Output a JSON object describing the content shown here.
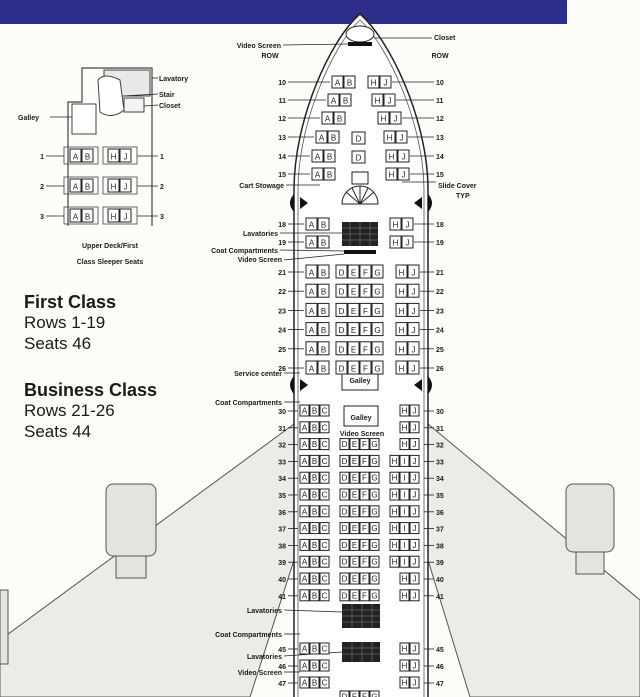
{
  "labels": {
    "video_screen_top": "Video Screen",
    "row_left": "ROW",
    "row_right": "ROW",
    "closet_top": "Closet",
    "lavatory_upper": "Lavatory",
    "stair": "Stair",
    "closet_upper": "Closet",
    "galley_upper": "Galley",
    "upper_deck_caption_1": "Upper Deck/First",
    "upper_deck_caption_2": "Class Sleeper Seats",
    "cart_stowage": "Cart Stowage",
    "slide_cover_1": "Slide Cover",
    "slide_cover_2": "TYP",
    "lavatories_1": "Lavatories",
    "coat_compartments_1": "Coat Compartments",
    "video_screen_2": "Video Screen",
    "service_center": "Service center",
    "galley_mid": "Galley",
    "coat_compartments_2": "Coat Compartments",
    "galley_business": "Galley",
    "video_screen_business": "Video Screen",
    "lavatories_2": "Lavatories",
    "coat_compartments_3": "Coat Compartments",
    "lavatories_3": "Lavatories",
    "video_screen_3": "Video Screen"
  },
  "legend": {
    "first_title": "First Class",
    "first_rows": "Rows 1-19",
    "first_seats": "Seats 46",
    "business_title": "Business Class",
    "business_rows": "Rows 21-26",
    "business_seats": "Seats 44"
  },
  "upper_deck_rows": [
    "1",
    "2",
    "3"
  ],
  "seat_letters": {
    "A": "A",
    "B": "B",
    "C": "C",
    "D": "D",
    "E": "E",
    "F": "F",
    "G": "G",
    "H": "H",
    "I": "I",
    "J": "J"
  },
  "first_rows": [
    "10",
    "11",
    "12",
    "13",
    "14",
    "15",
    "18",
    "19"
  ],
  "business_rows": [
    "21",
    "22",
    "23",
    "24",
    "25",
    "26"
  ],
  "economy_rows": [
    "30",
    "31",
    "32",
    "33",
    "34",
    "35",
    "36",
    "37",
    "38",
    "39",
    "40",
    "41"
  ],
  "rear_rows": [
    "45",
    "46",
    "47"
  ]
}
